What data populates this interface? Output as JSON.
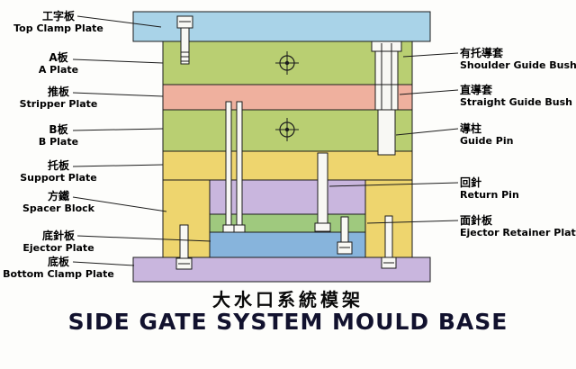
{
  "title": {
    "zh": "大水口系統模架",
    "en": "SIDE GATE SYSTEM MOULD BASE"
  },
  "labels_left": [
    {
      "zh": "工字板",
      "en": "Top Clamp Plate"
    },
    {
      "zh": "A板",
      "en": "A Plate"
    },
    {
      "zh": "推板",
      "en": "Stripper Plate"
    },
    {
      "zh": "B板",
      "en": "B Plate"
    },
    {
      "zh": "托板",
      "en": "Support Plate"
    },
    {
      "zh": "方鐵",
      "en": "Spacer Block"
    },
    {
      "zh": "底針板",
      "en": "Ejector Plate"
    },
    {
      "zh": "底板",
      "en": "Bottom Clamp Plate"
    }
  ],
  "labels_right": [
    {
      "zh": "有托導套",
      "en": "Shoulder Guide Bush"
    },
    {
      "zh": "直導套",
      "en": "Straight Guide Bush"
    },
    {
      "zh": "導柱",
      "en": "Guide Pin"
    },
    {
      "zh": "回針",
      "en": "Return Pin"
    },
    {
      "zh": "面針板",
      "en": "Ejector Retainer Plate"
    }
  ],
  "colors": {
    "top_clamp_plate": "#a9d3e8",
    "a_plate": "#b9cf72",
    "stripper_plate": "#efb09e",
    "b_plate": "#b9cf72",
    "support_plate": "#eed56e",
    "spacer_block": "#eed56e",
    "cavity_space": "#c9b6de",
    "ejector_retainer_plate": "#9fc97e",
    "ejector_plate": "#87b4dc",
    "bottom_clamp_plate": "#c9b6de",
    "pin": "#f8f8f4",
    "outline": "#1c1c1c"
  }
}
